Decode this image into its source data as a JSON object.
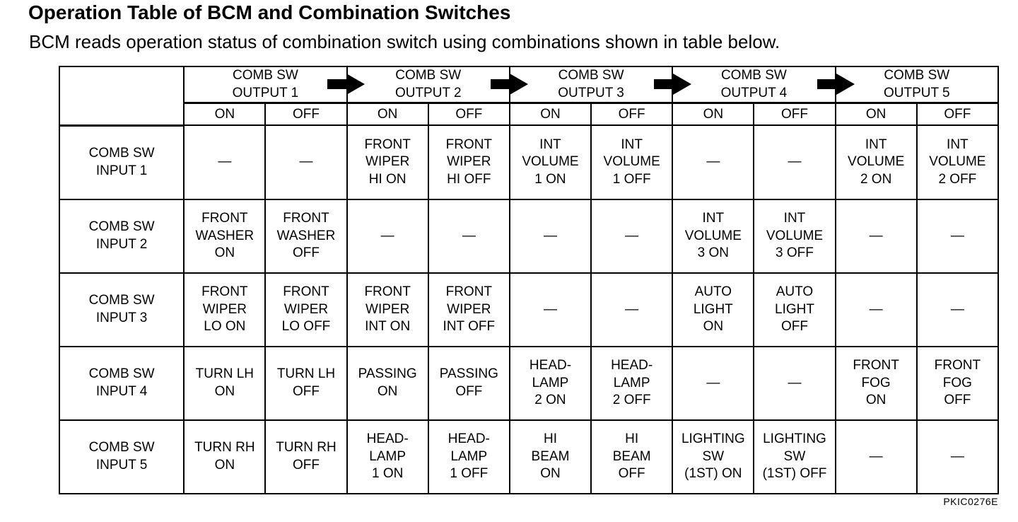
{
  "page": {
    "title": "Operation Table of BCM and Combination Switches",
    "subtitle": "BCM reads operation status of combination switch using combinations shown in table below.",
    "figure_code": "PKIC0276E"
  },
  "colors": {
    "text": "#000000",
    "background": "#ffffff",
    "border": "#000000",
    "arrow": "#000000"
  },
  "icons": {
    "group_separator": "right-block-arrow"
  },
  "table": {
    "groups": [
      {
        "label": "COMB SW\nOUTPUT 1",
        "on": "ON",
        "off": "OFF"
      },
      {
        "label": "COMB SW\nOUTPUT 2",
        "on": "ON",
        "off": "OFF"
      },
      {
        "label": "COMB SW\nOUTPUT 3",
        "on": "ON",
        "off": "OFF"
      },
      {
        "label": "COMB SW\nOUTPUT 4",
        "on": "ON",
        "off": "OFF"
      },
      {
        "label": "COMB SW\nOUTPUT 5",
        "on": "ON",
        "off": "OFF"
      }
    ],
    "rows": [
      {
        "label": "COMB SW\nINPUT 1",
        "cells": [
          "—",
          "—",
          "FRONT\nWIPER\nHI ON",
          "FRONT\nWIPER\nHI OFF",
          "INT\nVOLUME\n1 ON",
          "INT\nVOLUME\n1 OFF",
          "—",
          "—",
          "INT\nVOLUME\n2 ON",
          "INT\nVOLUME\n2 OFF"
        ]
      },
      {
        "label": "COMB SW\nINPUT 2",
        "cells": [
          "FRONT\nWASHER\nON",
          "FRONT\nWASHER\nOFF",
          "—",
          "—",
          "—",
          "—",
          "INT\nVOLUME\n3 ON",
          "INT\nVOLUME\n3 OFF",
          "—",
          "—"
        ]
      },
      {
        "label": "COMB SW\nINPUT 3",
        "cells": [
          "FRONT\nWIPER\nLO ON",
          "FRONT\nWIPER\nLO OFF",
          "FRONT\nWIPER\nINT ON",
          "FRONT\nWIPER\nINT OFF",
          "—",
          "—",
          "AUTO\nLIGHT\nON",
          "AUTO\nLIGHT\nOFF",
          "—",
          "—"
        ]
      },
      {
        "label": "COMB SW\nINPUT 4",
        "cells": [
          "TURN LH\nON",
          "TURN LH\nOFF",
          "PASSING\nON",
          "PASSING\nOFF",
          "HEAD-\nLAMP\n2 ON",
          "HEAD-\nLAMP\n2 OFF",
          "—",
          "—",
          "FRONT\nFOG\nON",
          "FRONT\nFOG\nOFF"
        ]
      },
      {
        "label": "COMB SW\nINPUT 5",
        "cells": [
          "TURN RH\nON",
          "TURN RH\nOFF",
          "HEAD-\nLAMP\n1 ON",
          "HEAD-\nLAMP\n1 OFF",
          "HI\nBEAM\nON",
          "HI\nBEAM\nOFF",
          "LIGHTING\nSW\n(1ST) ON",
          "LIGHTING\nSW\n(1ST) OFF",
          "—",
          "—"
        ]
      }
    ]
  }
}
